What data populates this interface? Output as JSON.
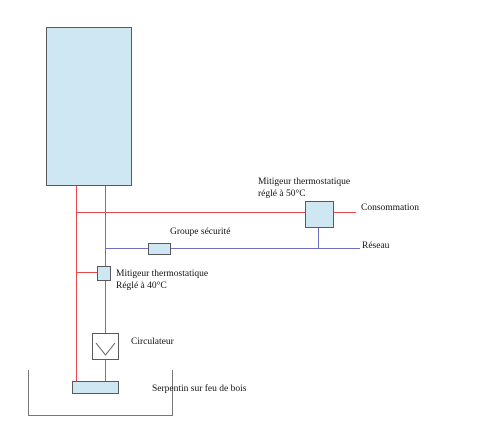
{
  "labels": {
    "mitigeur_conso_line1": "Mitigeur thermostatique",
    "mitigeur_conso_line2": "réglé à 50°C",
    "consommation": "Consommation",
    "groupe_securite": "Groupe sécurité",
    "reseau": "Réseau",
    "mitigeur_circuit_line1": "Mitigeur thermostatique",
    "mitigeur_circuit_line2": "Réglé à 40°C",
    "circulateur": "Circulateur",
    "serpentin": "Serpentin sur feu de bois"
  },
  "colors": {
    "hot_pipe": "#e8474c",
    "cold_pipe": "#6f6fc4",
    "component_fill": "#cfe6f3",
    "component_stroke": "#5a5a5a",
    "fire_pit_stroke": "#777777"
  }
}
